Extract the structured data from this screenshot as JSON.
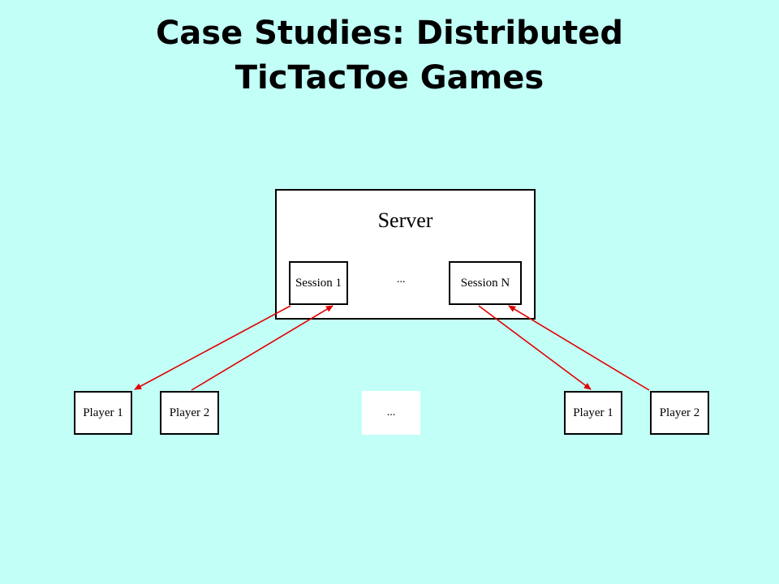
{
  "slide": {
    "title_line1": "Case Studies: Distributed",
    "title_line2": "TicTacToe Games",
    "background_color": "#c2fff7",
    "arrow_color": "#e00000"
  },
  "diagram": {
    "server_label": "Server",
    "session_1_label": "Session 1",
    "session_n_label": "Session N",
    "server_ellipsis": "...",
    "middle_ellipsis": "...",
    "players_left": [
      "Player 1",
      "Player 2"
    ],
    "players_right": [
      "Player 1",
      "Player 2"
    ]
  }
}
